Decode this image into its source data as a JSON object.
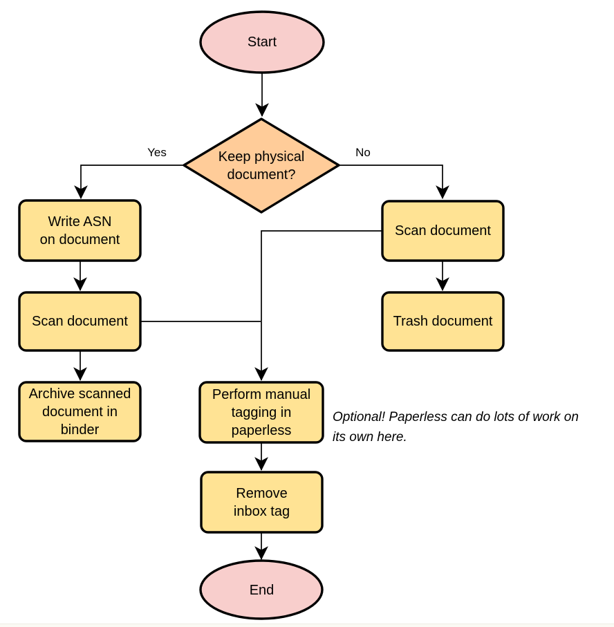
{
  "colors": {
    "terminal_fill": "#F8CECC",
    "decision_fill": "#FFCC99",
    "process_fill": "#FFE394",
    "stroke": "#000000"
  },
  "nodes": {
    "start": {
      "label": "Start"
    },
    "decision": {
      "label": "Keep physical\ndocument?"
    },
    "write_asn": {
      "label": "Write ASN\non document"
    },
    "scan_left": {
      "label": "Scan document"
    },
    "archive": {
      "label": "Archive scanned\ndocument in\nbinder"
    },
    "scan_right": {
      "label": "Scan document"
    },
    "trash": {
      "label": "Trash document"
    },
    "tagging": {
      "label": "Perform manual\ntagging in\npaperless"
    },
    "remove_inbox": {
      "label": "Remove\ninbox tag"
    },
    "end": {
      "label": "End"
    }
  },
  "edge_labels": {
    "yes": "Yes",
    "no": "No"
  },
  "note": "Optional! Paperless can do lots of work on\nits own here."
}
